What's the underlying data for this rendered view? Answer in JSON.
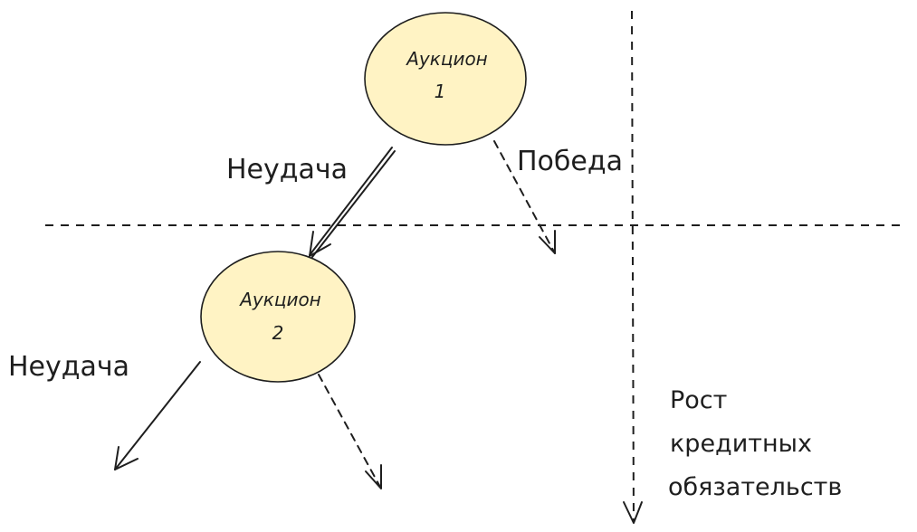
{
  "diagram": {
    "nodes": [
      {
        "id": "auction-1",
        "line1": "Аукцион",
        "line2": "1"
      },
      {
        "id": "auction-2",
        "line1": "Аукцион",
        "line2": "2"
      }
    ],
    "edge_labels": {
      "fail_1": "Неудача",
      "win_1": "Победа",
      "fail_2": "Неудача"
    },
    "axis_label": {
      "line1": "Рост",
      "line2": "кредитных",
      "line3": "обязательств"
    },
    "colors": {
      "node_fill": "#fff3c4",
      "stroke": "#1e1e1e"
    }
  }
}
